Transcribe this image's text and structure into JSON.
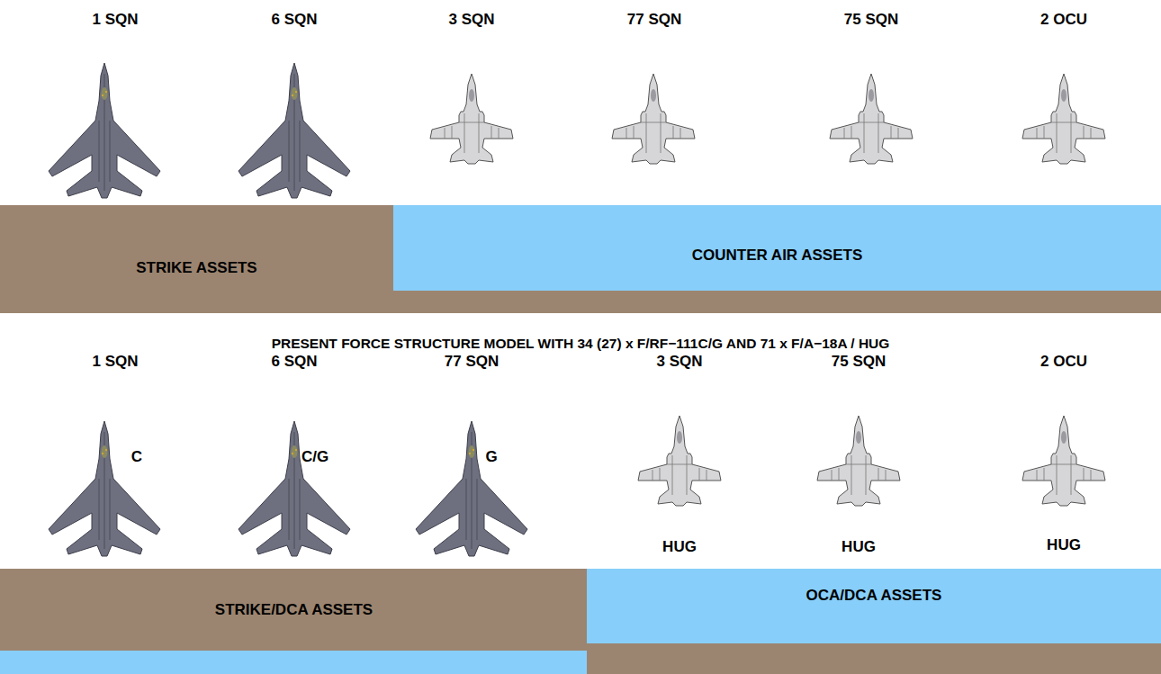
{
  "diagram": {
    "caption": "PRESENT FORCE STRUCTURE MODEL WITH 34 (27) x F/RF−111C/G AND 71 x F/A−18A / HUG",
    "nodes": [
      {
        "text": [
          "STRIKE ASSETS"
        ]
      },
      {
        "text": [
          "COUNTER AIR ASSETS"
        ]
      },
      {
        "text": [
          "STRIKE/DCA ASSETS"
        ]
      },
      {
        "text": [
          "OCA/DCA ASSETS"
        ]
      }
    ],
    "labels": [
      "1 SQN",
      "6 SQN",
      "3 SQN",
      "77 SQN",
      "75 SQN",
      "2 OCU",
      "1 SQN",
      "6 SQN",
      "77 SQN",
      "3 SQN",
      "75 SQN",
      "2 OCU",
      "C",
      "C/G",
      "G",
      "HUG",
      "HUG",
      "HUG"
    ]
  }
}
